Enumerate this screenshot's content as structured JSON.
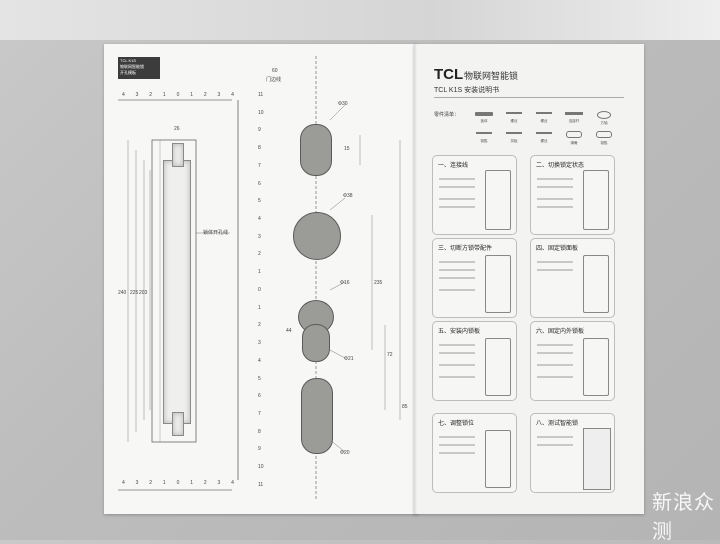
{
  "tag": {
    "line1": "TCL K1S",
    "line2": "物联网智能锁",
    "line3": "开孔模板"
  },
  "left": {
    "dim_60": "60",
    "dim_door": "门边线",
    "side_label": "锁体开孔线",
    "ruler_top": [
      "4",
      "3",
      "2",
      "1",
      "0",
      "1",
      "2",
      "3",
      "4"
    ],
    "ruler_right": [
      "11",
      "10",
      "9",
      "8",
      "7",
      "6",
      "5",
      "4",
      "3",
      "2",
      "1",
      "0",
      "1",
      "2",
      "3",
      "4",
      "5",
      "6",
      "7",
      "8",
      "9",
      "10",
      "11"
    ],
    "dims": [
      "Φ30",
      "15",
      "Φ38",
      "Φ16",
      "Φ21",
      "Φ20",
      "44",
      "72",
      "235",
      "85",
      "240",
      "225",
      "203",
      "26"
    ]
  },
  "right": {
    "brand": "TCL",
    "brand_sub": "物联网智能锁",
    "model": "TCL K1S 安装说明书",
    "parts_title": "零件清单：",
    "parts": [
      "锁体",
      "螺丝",
      "螺丝",
      "连接杆",
      "方轴",
      "钥匙",
      "扣板",
      "螺丝",
      "弹簧",
      "钥匙"
    ],
    "steps": [
      {
        "title": "一、连接线"
      },
      {
        "title": "二、切换锁定状态"
      },
      {
        "title": "三、切断方锁带配件"
      },
      {
        "title": "四、固定锁面板"
      },
      {
        "title": "五、安装内锁板"
      },
      {
        "title": "六、固定内外锁板"
      },
      {
        "title": "七、调整锁位"
      },
      {
        "title": "八、测试智能锁"
      }
    ]
  },
  "watermark": "新浪众测"
}
